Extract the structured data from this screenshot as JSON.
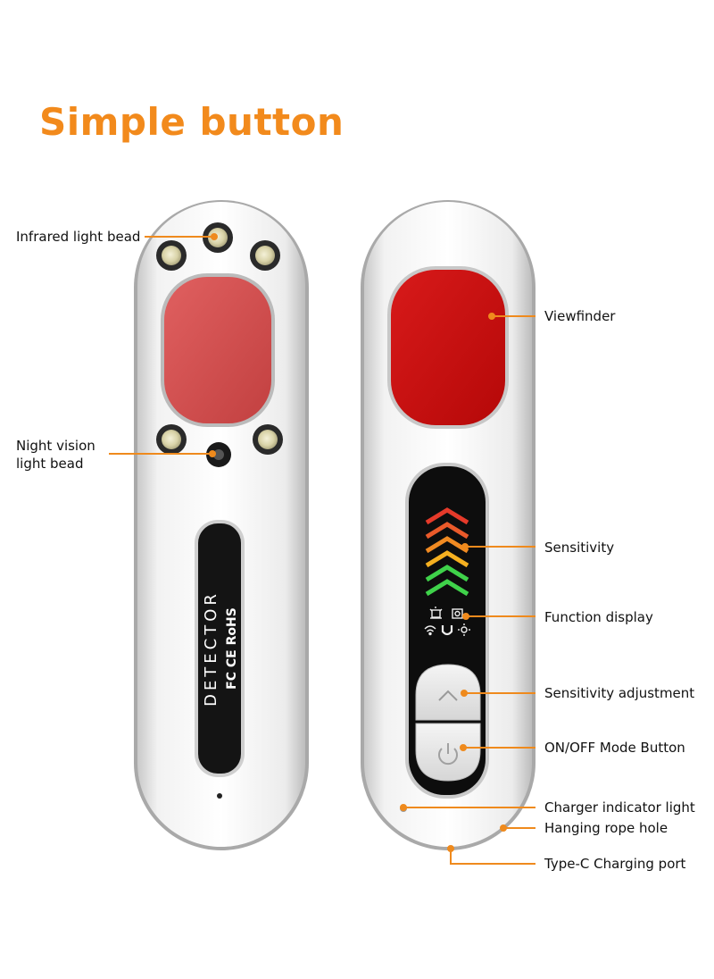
{
  "title": "Simple button",
  "colors": {
    "accent": "#f28a1c",
    "viewfinder_left": "#d25050",
    "viewfinder_right": "#c40f0f"
  },
  "left_device": {
    "label_text": "DETECTOR",
    "cert_text": "FC CE RoHS"
  },
  "callouts": {
    "infrared": "Infrared light bead",
    "night_vision_line1": "Night vision",
    "night_vision_line2": "light bead",
    "viewfinder": "Viewfinder",
    "sensitivity": "Sensitivity",
    "function_display": "Function display",
    "sensitivity_adjustment": "Sensitivity adjustment",
    "on_off": "ON/OFF Mode Button",
    "charger_light": "Charger indicator light",
    "rope_hole": "Hanging rope hole",
    "type_c": "Type-C Charging port"
  },
  "icons": {
    "up_button": "chevron-up-icon",
    "power_button": "power-icon",
    "function_icons": [
      "alarm-icon",
      "camera-detect-icon",
      "wifi-icon",
      "magnet-icon",
      "sun-icon"
    ],
    "sensitivity_levels": 6
  }
}
